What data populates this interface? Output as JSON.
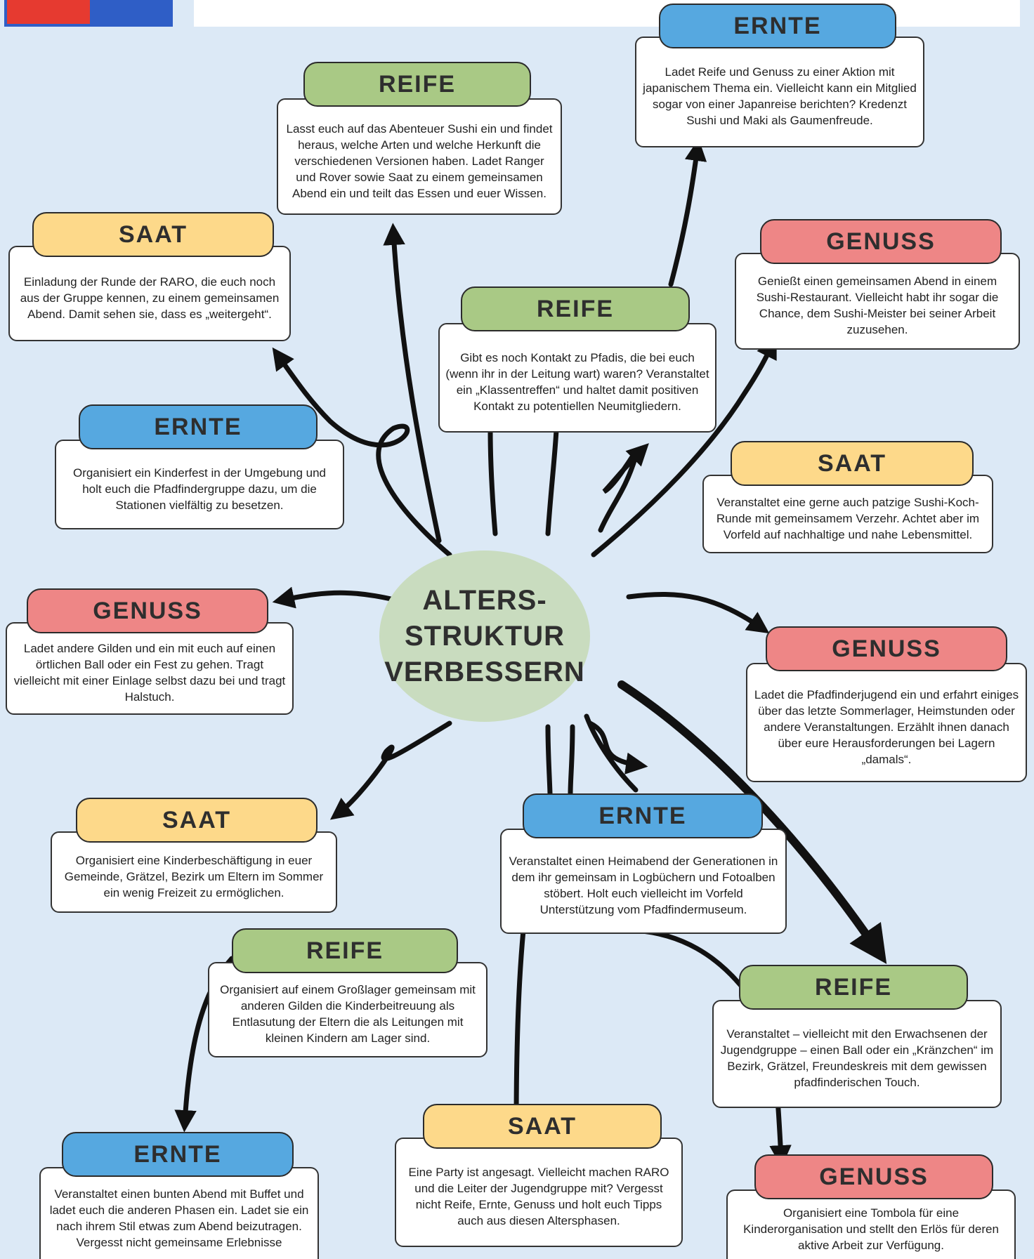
{
  "center": {
    "title": "ALTERS-\nSTRUKTUR\nVERBESSERN"
  },
  "colors": {
    "saat": "#fdd98a",
    "reife": "#a9c985",
    "ernte": "#56a8e0",
    "genuss": "#ee8686",
    "background": "#dce9f6",
    "center": "#c9dcbf"
  },
  "cards": [
    {
      "category": "ERNTE",
      "text": "Ladet Reife und Genuss zu einer Aktion mit japanischem Thema ein. Vielleicht kann ein Mitglied sogar von einer Japanreise berichten? Kredenzt Sushi und Maki als Gaumenfreude."
    },
    {
      "category": "REIFE",
      "text": "Lasst euch auf das Abenteuer Sushi ein und findet heraus, welche Arten und welche Herkunft die verschiedenen Versionen haben. Ladet Ranger und Rover sowie Saat zu einem gemeinsamen Abend ein und teilt das Essen und euer Wissen."
    },
    {
      "category": "SAAT",
      "text": "Einladung der Runde der RARO, die euch noch aus der Gruppe kennen, zu einem gemeinsamen Abend. Damit sehen sie, dass es „weitergeht“."
    },
    {
      "category": "GENUSS",
      "text": "Genießt einen gemeinsamen Abend in einem Sushi-Restaurant. Vielleicht habt ihr sogar die Chance, dem Sushi-Meister bei seiner Arbeit zuzusehen."
    },
    {
      "category": "REIFE",
      "text": "Gibt es noch Kontakt zu Pfadis, die bei euch (wenn ihr in der Leitung wart) waren? Veranstaltet ein „Klassentreffen“ und haltet damit positiven Kontakt zu potentiellen Neumitgliedern."
    },
    {
      "category": "ERNTE",
      "text": "Organisiert ein Kinderfest in der Umgebung und holt euch die Pfadfindergruppe dazu, um die Stationen vielfältig zu besetzen."
    },
    {
      "category": "SAAT",
      "text": "Veranstaltet eine gerne auch patzige Sushi-Koch-Runde mit gemeinsamem Verzehr. Achtet aber im Vorfeld auf nachhaltige und nahe Lebensmittel."
    },
    {
      "category": "GENUSS",
      "text": "Ladet andere Gilden und ein mit euch auf einen örtlichen Ball oder ein Fest zu gehen. Tragt vielleicht mit einer Einlage selbst dazu bei und tragt Halstuch."
    },
    {
      "category": "GENUSS",
      "text": "Ladet die Pfadfinderjugend ein und erfahrt einiges über das letzte Sommerlager, Heimstunden oder andere Veranstaltungen. Erzählt ihnen danach über eure Herausforderungen bei Lagern „damals“."
    },
    {
      "category": "SAAT",
      "text": "Organisiert eine Kinderbeschäftigung in euer Gemeinde, Grätzel, Bezirk um Eltern im Sommer ein wenig Freizeit zu ermöglichen."
    },
    {
      "category": "ERNTE",
      "text": "Veranstaltet einen Heimabend der Generationen in dem ihr gemeinsam in Logbüchern und Fotoalben stöbert. Holt euch vielleicht im Vorfeld Unterstützung vom Pfadfindermuseum."
    },
    {
      "category": "REIFE",
      "text": "Organisiert auf einem Großlager gemeinsam mit anderen Gilden die Kinderbeitreuung als Entlasutung der Eltern die als Leitungen mit kleinen Kindern am Lager sind."
    },
    {
      "category": "REIFE",
      "text": "Veranstaltet – vielleicht mit den Erwachsenen der Jugendgruppe – einen Ball oder ein „Kränzchen“ im Bezirk, Grätzel, Freundeskreis mit dem gewissen pfadfinderischen Touch."
    },
    {
      "category": "ERNTE",
      "text": "Veranstaltet einen bunten Abend mit Buffet und ladet euch die anderen Phasen ein. Ladet sie ein nach ihrem Stil etwas zum Abend beizutragen. Vergesst nicht gemeinsame Erlebnisse"
    },
    {
      "category": "SAAT",
      "text": "Eine Party ist angesagt. Vielleicht machen RARO und die Leiter der Jugendgruppe mit? Vergesst nicht Reife, Ernte, Genuss und holt euch Tipps auch aus diesen Altersphasen."
    },
    {
      "category": "GENUSS",
      "text": "Organisiert eine Tombola für eine Kinderorganisation und stellt den Erlös für deren aktive Arbeit zur Verfügung."
    }
  ]
}
